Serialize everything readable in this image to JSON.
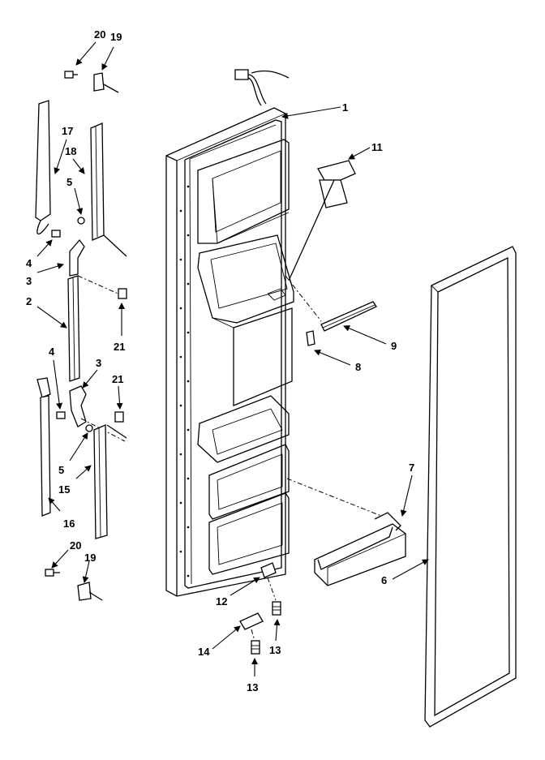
{
  "diagram": {
    "callouts": {
      "c1": "1",
      "c2": "2",
      "c3a": "3",
      "c3b": "3",
      "c4a": "4",
      "c4b": "4",
      "c5a": "5",
      "c5b": "5",
      "c6": "6",
      "c7": "7",
      "c8": "8",
      "c9": "9",
      "c11": "11",
      "c12": "12",
      "c13a": "13",
      "c13b": "13",
      "c14": "14",
      "c15": "15",
      "c16": "16",
      "c17": "17",
      "c18": "18",
      "c19a": "19",
      "c19b": "19",
      "c20a": "20",
      "c20b": "20",
      "c21a": "21",
      "c21b": "21"
    }
  }
}
